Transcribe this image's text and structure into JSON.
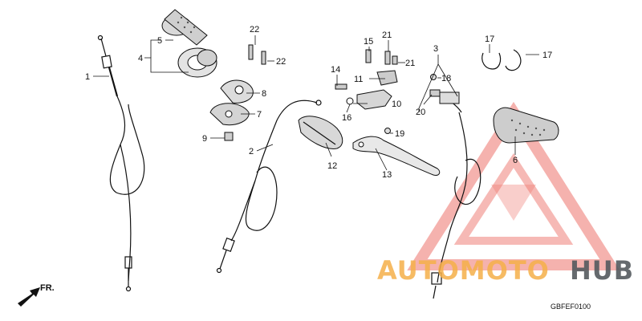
{
  "diagram": {
    "callouts": [
      {
        "id": "c1",
        "text": "1"
      },
      {
        "id": "c2",
        "text": "2"
      },
      {
        "id": "c3",
        "text": "3"
      },
      {
        "id": "c4",
        "text": "4"
      },
      {
        "id": "c5",
        "text": "5"
      },
      {
        "id": "c6",
        "text": "6"
      },
      {
        "id": "c7",
        "text": "7"
      },
      {
        "id": "c8",
        "text": "8"
      },
      {
        "id": "c9",
        "text": "9"
      },
      {
        "id": "c10",
        "text": "10"
      },
      {
        "id": "c11",
        "text": "11"
      },
      {
        "id": "c12",
        "text": "12"
      },
      {
        "id": "c13",
        "text": "13"
      },
      {
        "id": "c14",
        "text": "14"
      },
      {
        "id": "c15",
        "text": "15"
      },
      {
        "id": "c16",
        "text": "16"
      },
      {
        "id": "c17a",
        "text": "17"
      },
      {
        "id": "c17b",
        "text": "17"
      },
      {
        "id": "c18",
        "text": "18"
      },
      {
        "id": "c19",
        "text": "19"
      },
      {
        "id": "c20",
        "text": "20"
      },
      {
        "id": "c21a",
        "text": "21"
      },
      {
        "id": "c21b",
        "text": "21"
      },
      {
        "id": "c22a",
        "text": "22"
      },
      {
        "id": "c22b",
        "text": "22"
      }
    ],
    "front_arrow_label": "FR.",
    "diagram_code": "GBFEF0100"
  },
  "watermark": {
    "text_part1": "AUTOMOTO",
    "text_part2": "HUB",
    "color_orange": "#f5b04a",
    "color_red": "#e8463a",
    "color_gray": "#555a5f"
  }
}
